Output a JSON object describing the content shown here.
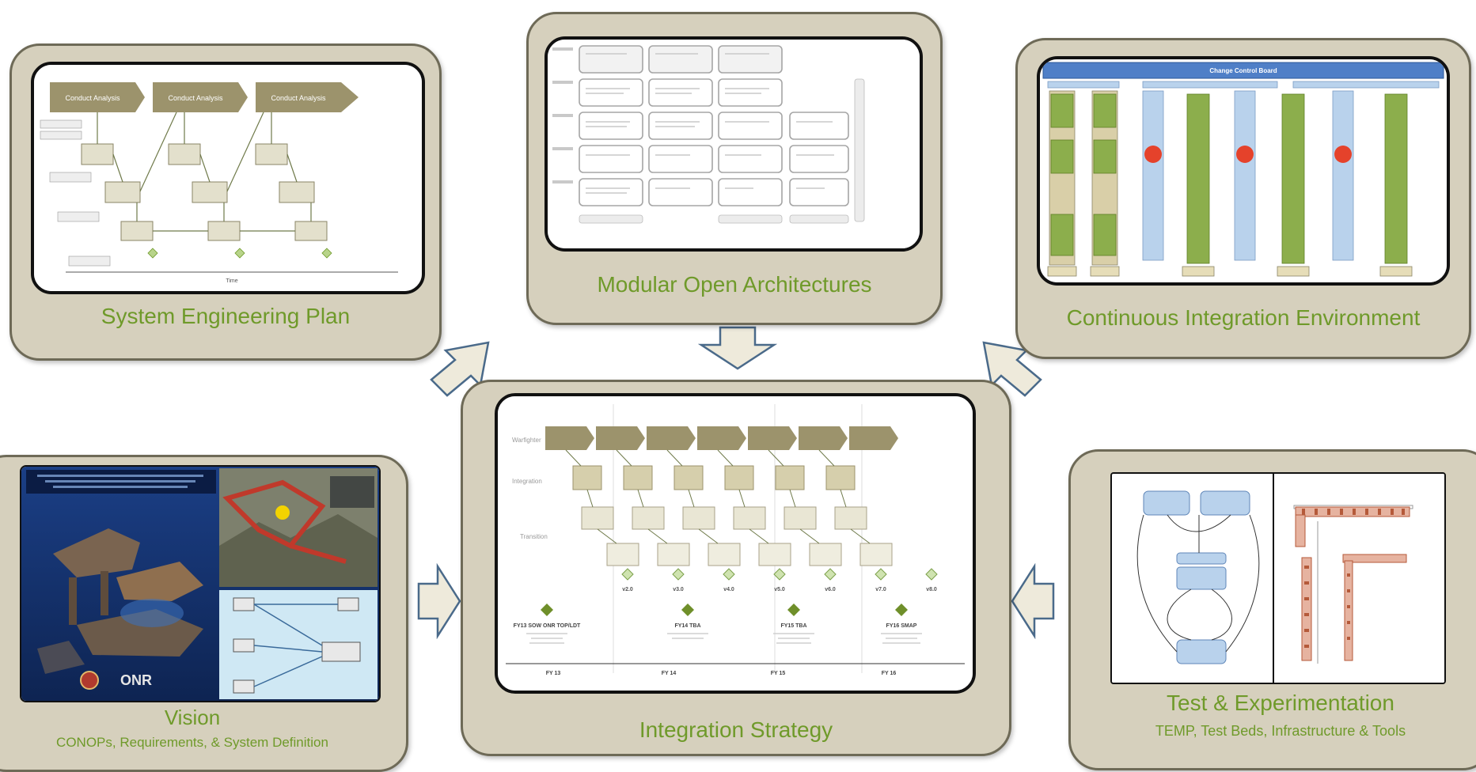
{
  "panels": {
    "sep": {
      "title": "System Engineering Plan",
      "fig_labels": [
        "Conduct Analysis",
        "Conduct Analysis",
        "Conduct Analysis"
      ],
      "time_label": "Time"
    },
    "moa": {
      "title": "Modular Open Architectures"
    },
    "cie": {
      "title": "Continuous Integration Environment",
      "header": "Change Control Board"
    },
    "vision": {
      "title": "Vision",
      "subtitle": "CONOPs, Requirements, & System Definition",
      "logo_text": "ONR"
    },
    "integration": {
      "title": "Integration Strategy",
      "row_labels": [
        "Warfighter",
        "Integration",
        "Transition"
      ],
      "milestone_versions": [
        "v2.0",
        "v3.0",
        "v4.0",
        "v5.0",
        "v6.0",
        "v7.0",
        "v8.0"
      ],
      "events": [
        "FY13 SOW ONR TOP/LDT",
        "FY14 TBA",
        "FY15 TBA",
        "FY16 SMAP"
      ],
      "years": [
        "FY 13",
        "FY 14",
        "FY 15",
        "FY 16"
      ]
    },
    "test": {
      "title": "Test & Experimentation",
      "subtitle": "TEMP, Test Beds, Infrastructure & Tools"
    }
  },
  "colors": {
    "panel_bg": "#d6d0bd",
    "panel_border": "#6e6a57",
    "title_green": "#6f9a2a",
    "olive_box": "#9c936c",
    "light_box": "#e3e0cc",
    "ccb_blue": "#4f7fc7",
    "green_col": "#8cae4c",
    "blue_col": "#b9d2ec",
    "red_dot": "#e5422b"
  }
}
